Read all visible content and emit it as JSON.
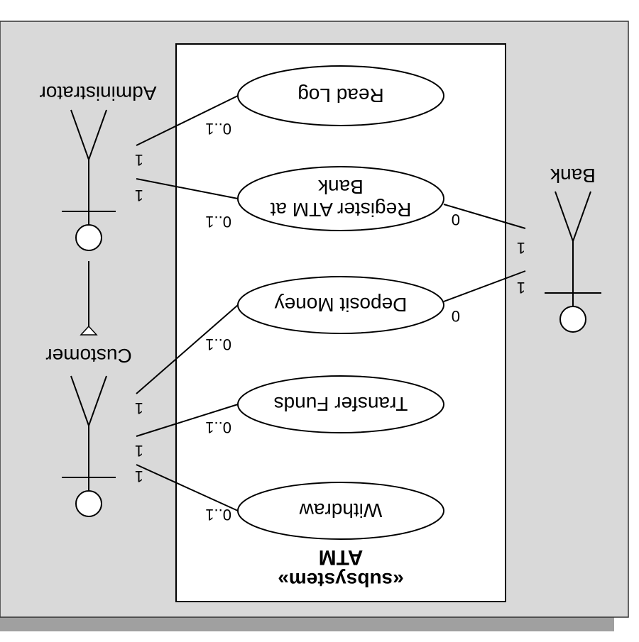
{
  "system": {
    "stereotype": "«subsystem»",
    "name": "ATM"
  },
  "actors": {
    "administrator": "Administrator",
    "customer": "Customer",
    "bank": "Bank"
  },
  "use_cases": {
    "read_log": "Read Log",
    "register_atm_line1": "Register ATM at",
    "register_atm_line2": "Bank",
    "deposit_money": "Deposit Money",
    "transfer_funds": "Transfer Funds",
    "withdraw": "Withdraw"
  },
  "multiplicities": {
    "admin_readlog_actor": "1",
    "admin_readlog_uc": "0..1",
    "admin_register_actor": "1",
    "admin_register_uc": "0..1",
    "register_bank_uc": "0",
    "register_bank_actor": "1",
    "deposit_bank_uc": "0",
    "deposit_bank_actor": "1",
    "customer_deposit_actor": "1",
    "customer_deposit_uc": "0..1",
    "customer_transfer_actor": "1",
    "customer_transfer_uc": "0..1",
    "customer_withdraw_actor": "1",
    "customer_withdraw_uc": "0..1"
  },
  "colors": {
    "outer_panel": "#d9d9d9",
    "outer_shadow": "#a0a0a0",
    "boundary_fill": "#ffffff",
    "stroke": "#000000"
  }
}
